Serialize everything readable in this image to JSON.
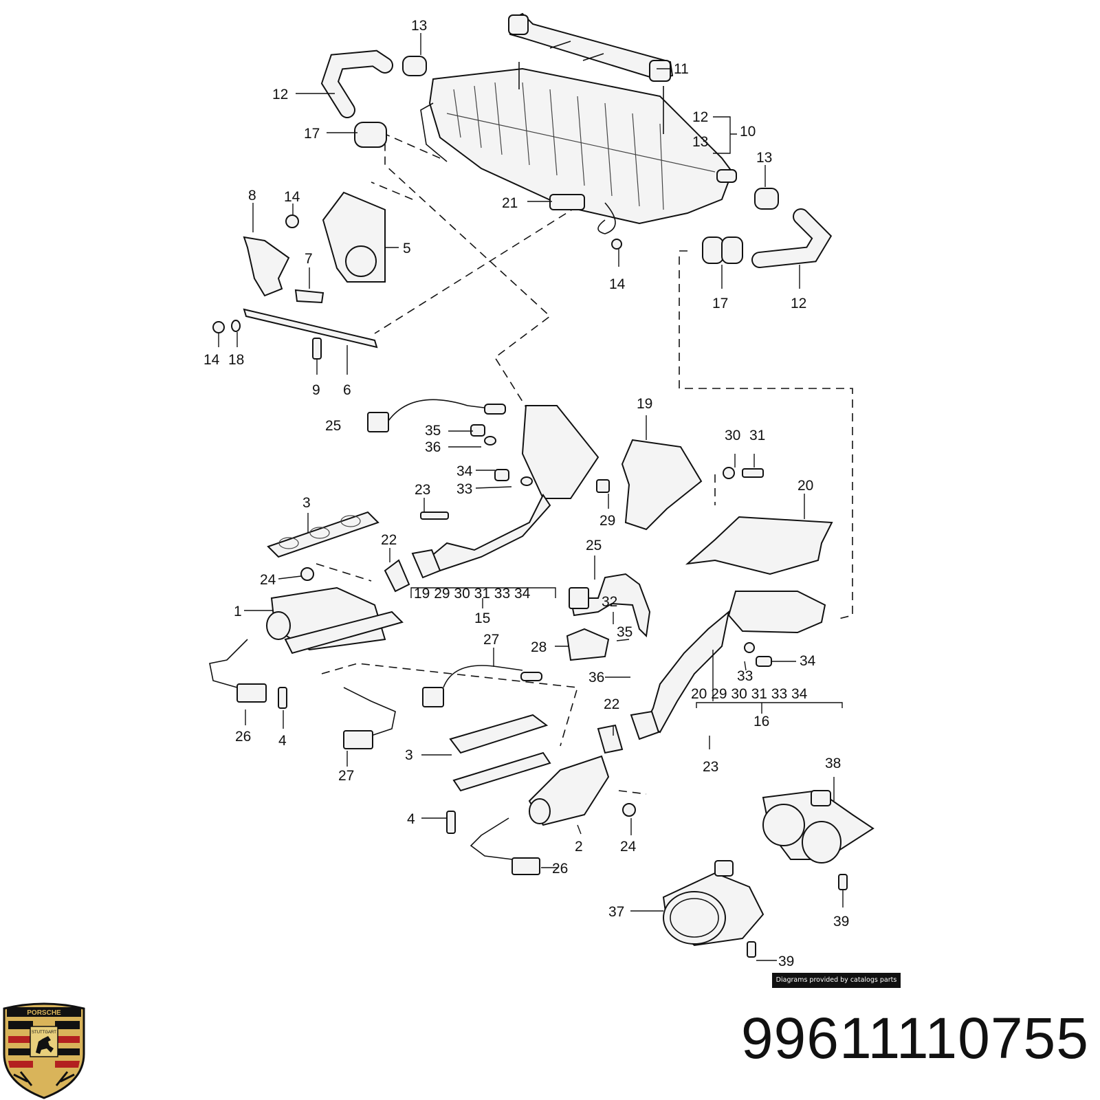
{
  "labels": {
    "l1": "1",
    "l2": "2",
    "l3a": "3",
    "l3b": "3",
    "l4a": "4",
    "l4b": "4",
    "l5": "5",
    "l6": "6",
    "l7": "7",
    "l8": "8",
    "l9": "9",
    "l10": "10",
    "l11": "11",
    "l12a": "12",
    "l12b": "12",
    "l12c": "12",
    "l13a": "13",
    "l13b": "13",
    "l13c": "13",
    "l14a": "14",
    "l14b": "14",
    "l14c": "14",
    "l15": "15",
    "l16": "16",
    "l17a": "17",
    "l17b": "17",
    "l18": "18",
    "l19": "19",
    "l20": "20",
    "l21": "21",
    "l22a": "22",
    "l22b": "22",
    "l23a": "23",
    "l23b": "23",
    "l24a": "24",
    "l24b": "24",
    "l25a": "25",
    "l25b": "25",
    "l26a": "26",
    "l26b": "26",
    "l27a": "27",
    "l27b": "27",
    "l28": "28",
    "l29": "29",
    "l30": "30",
    "l31": "31",
    "l32": "32",
    "l33a": "33",
    "l33b": "33",
    "l34a": "34",
    "l34b": "34",
    "l35a": "35",
    "l35b": "35",
    "l36a": "36",
    "l36b": "36",
    "l37": "37",
    "l38": "38",
    "l39a": "39",
    "l39b": "39",
    "group15": "19 29 30 31 33 34",
    "group16": "20 29 30 31 33 34"
  },
  "credit": "Diagrams provided by catalogs parts",
  "part_number": "99611110755",
  "logo": {
    "brand": "PORSCHE",
    "city": "STUTTGART"
  },
  "icons": [
    "porsche-crest-icon"
  ]
}
